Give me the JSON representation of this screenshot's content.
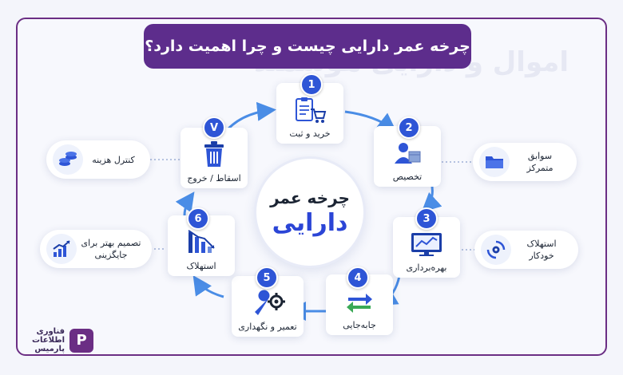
{
  "title": "چرخه عمر دارایی چیست و چرا اهمیت دارد؟",
  "watermark": "اموال و دارایی هوشمند",
  "center": {
    "line1": "چرخه عمر",
    "line2": "دارایی"
  },
  "steps": [
    {
      "number": "1",
      "label": "خرید و ثبت",
      "icon": "clipboard-cart-icon"
    },
    {
      "number": "2",
      "label": "تخصیص",
      "icon": "user-box-icon"
    },
    {
      "number": "3",
      "label": "بهره‌برداری",
      "icon": "monitor-chart-icon"
    },
    {
      "number": "4",
      "label": "جابه‌جایی",
      "icon": "transfer-arrows-icon"
    },
    {
      "number": "5",
      "label": "تعمیر و نگهداری",
      "icon": "wrench-gear-icon"
    },
    {
      "number": "6",
      "label": "استهلاک",
      "icon": "declining-chart-icon"
    },
    {
      "number": "V",
      "label": "اسقاط / خروج",
      "icon": "trash-icon"
    }
  ],
  "side_items": {
    "records": {
      "label_line1": "سوابق",
      "label_line2": "متمرکز",
      "icon": "folder-icon"
    },
    "depreciation": {
      "label_line1": "استهلاک",
      "label_line2": "خودکار",
      "icon": "refresh-gear-icon"
    },
    "cost": {
      "label_line1": "کنترل هزینه",
      "label_line2": "",
      "icon": "coins-icon"
    },
    "decision": {
      "label_line1": "تصمیم بهتر برای",
      "label_line2": "جایگزینی",
      "icon": "growth-chart-icon"
    }
  },
  "logo": {
    "mark": "P",
    "line1": "فناوری",
    "line2": "اطلاعات",
    "line3": "پارمیس"
  },
  "colors": {
    "accent": "#2e55d6",
    "brand": "#5d2d8c",
    "arrow": "#4a8de6"
  }
}
